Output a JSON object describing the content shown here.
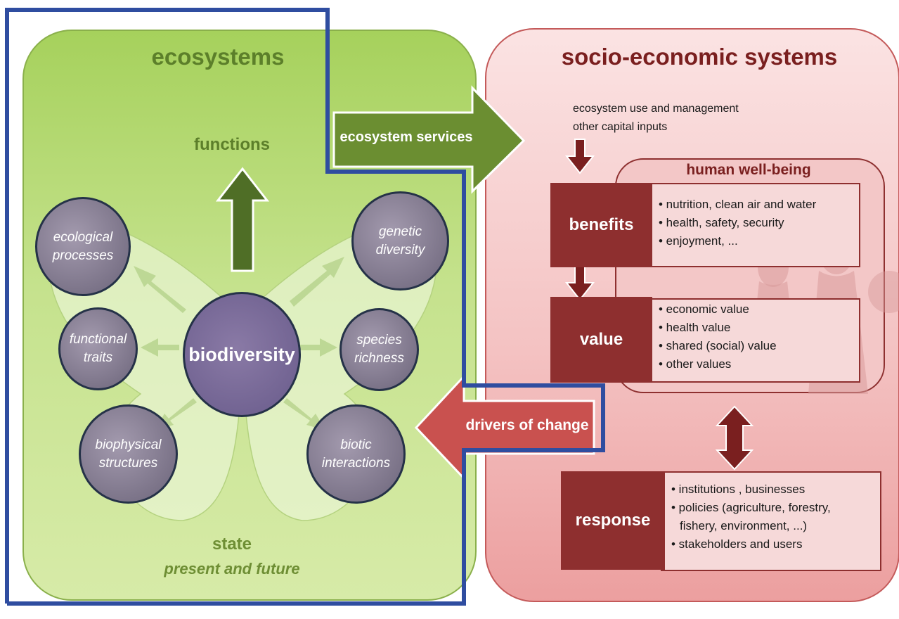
{
  "ecosystems": {
    "title": "ecosystems",
    "functions_label": "functions",
    "state_label": "state",
    "state_sub": "present and future",
    "center": "biodiversity",
    "nodes": [
      {
        "id": "ecological-processes",
        "line1": "ecological",
        "line2": "processes"
      },
      {
        "id": "genetic-diversity",
        "line1": "genetic",
        "line2": "diversity"
      },
      {
        "id": "functional-traits",
        "line1": "functional",
        "line2": "traits"
      },
      {
        "id": "species-richness",
        "line1": "species",
        "line2": "richness"
      },
      {
        "id": "biophysical-structures",
        "line1": "biophysical",
        "line2": "structures"
      },
      {
        "id": "biotic-interactions",
        "line1": "biotic",
        "line2": "interactions"
      }
    ]
  },
  "arrows": {
    "ecosystem_services": "ecosystem services",
    "drivers_of_change": "drivers of change"
  },
  "socio": {
    "title": "socio-economic systems",
    "inputs": [
      "ecosystem use and management",
      "other capital inputs"
    ],
    "human_wellbeing": "human well-being",
    "benefits": {
      "label": "benefits",
      "items": [
        "• nutrition, clean air and water",
        "• health, safety, security",
        "• enjoyment, ..."
      ]
    },
    "value": {
      "label": "value",
      "items": [
        "• economic value",
        "• health value",
        "• shared (social) value",
        "• other values"
      ]
    },
    "response": {
      "label": "response",
      "items": [
        "• institutions , businesses",
        "• policies (agriculture, forestry,",
        "fishery, environment, ...)",
        "• stakeholders and users"
      ]
    }
  },
  "colors": {
    "eco_green": "#5c7f2a",
    "socio_red": "#8e2f2f",
    "outline_blue": "#2f4da0",
    "node_fill": "#7c7489"
  }
}
